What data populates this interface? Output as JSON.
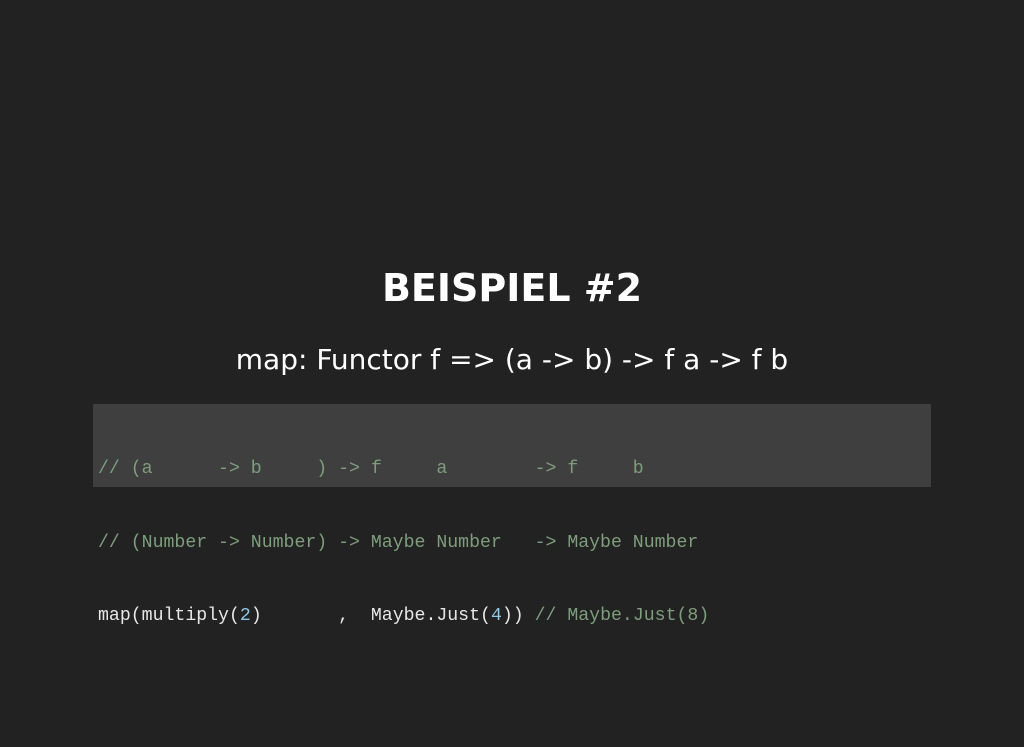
{
  "slide": {
    "title": "BEISPIEL #2",
    "signature": "map: Functor f => (a -> b) -> f a -> f b"
  },
  "code": {
    "lines": [
      [
        {
          "type": "comment",
          "text": "// (a      -> b     ) -> f     a        -> f     b"
        }
      ],
      [
        {
          "type": "comment",
          "text": "// (Number -> Number) -> Maybe Number   -> Maybe Number"
        }
      ],
      [
        {
          "type": "plain",
          "text": "map(multiply("
        },
        {
          "type": "num",
          "text": "2"
        },
        {
          "type": "plain",
          "text": ")       ,  Maybe.Just("
        },
        {
          "type": "num",
          "text": "4"
        },
        {
          "type": "plain",
          "text": ")) "
        },
        {
          "type": "comment",
          "text": "// Maybe.Just(8)"
        }
      ]
    ]
  },
  "colors": {
    "background": "#222222",
    "code_background": "#3f3f3f",
    "comment": "#7d9d7d",
    "number": "#8fc7e6",
    "text": "#e6e6e6"
  }
}
